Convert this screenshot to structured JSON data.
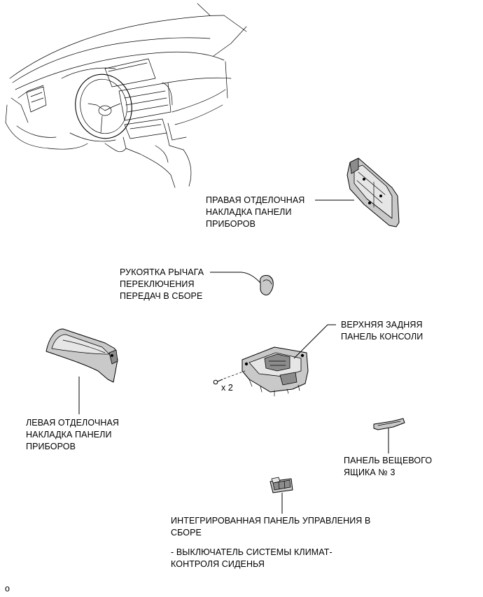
{
  "labels": {
    "right_panel": [
      "ПРАВАЯ ОТДЕЛОЧНАЯ",
      "НАКЛАДКА ПАНЕЛИ",
      "ПРИБОРОВ"
    ],
    "shift_knob": [
      "РУКОЯТКА РЫЧАГА",
      "ПЕРЕКЛЮЧЕНИЯ",
      "ПЕРЕДАЧ В СБОРЕ"
    ],
    "rear_console": [
      "ВЕРХНЯЯ ЗАДНЯЯ",
      "ПАНЕЛЬ КОНСОЛИ"
    ],
    "left_panel": [
      "ЛЕВАЯ ОТДЕЛОЧНАЯ",
      "НАКЛАДКА ПАНЕЛИ",
      "ПРИБОРОВ"
    ],
    "box_panel": [
      "ПАНЕЛЬ ВЕЩЕВОГО",
      "ЯЩИКА № 3"
    ],
    "control_panel": [
      "ИНТЕГРИРОВАННАЯ ПАНЕЛЬ УПРАВЛЕНИЯ В",
      "СБОРЕ"
    ],
    "switch_note": [
      "- ВЫКЛЮЧАТЕЛЬ СИСТЕМЫ КЛИМАТ-",
      "КОНТРОЛЯ СИДЕНЬЯ"
    ],
    "screw_qty": "x 2",
    "corner_mark": "o"
  },
  "colors": {
    "part_fill": "#c9c9c9",
    "part_dark": "#8c8c8c",
    "line": "#000000"
  }
}
